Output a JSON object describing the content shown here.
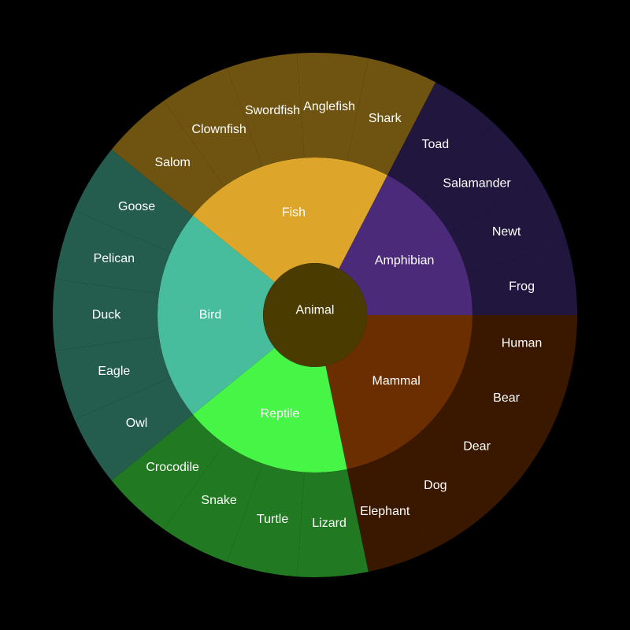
{
  "chart_data": {
    "type": "sunburst",
    "title": "",
    "root": {
      "name": "Animal",
      "color": "#4a3c00"
    },
    "categories": [
      {
        "name": "Mammal",
        "color": "#6b2e00",
        "leaf_color": "#3a1800",
        "children": [
          "Human",
          "Bear",
          "Dear",
          "Dog",
          "Elephant"
        ]
      },
      {
        "name": "Reptile",
        "color": "#46f546",
        "leaf_color": "#217a21",
        "children": [
          "Lizard",
          "Turtle",
          "Snake",
          "Crocodile"
        ]
      },
      {
        "name": "Bird",
        "color": "#48bd9d",
        "leaf_color": "#245c4e",
        "children": [
          "Owl",
          "Eagle",
          "Duck",
          "Pelican",
          "Goose"
        ]
      },
      {
        "name": "Fish",
        "color": "#dda62a",
        "leaf_color": "#6f5310",
        "children": [
          "Salom",
          "Clownfish",
          "Swordfish",
          "Anglefish",
          "Shark"
        ]
      },
      {
        "name": "Amphibian",
        "color": "#4c2a7a",
        "leaf_color": "#21163e",
        "children": [
          "Toad",
          "Salamander",
          "Newt",
          "Frog"
        ]
      }
    ],
    "leaf_value": 1
  }
}
